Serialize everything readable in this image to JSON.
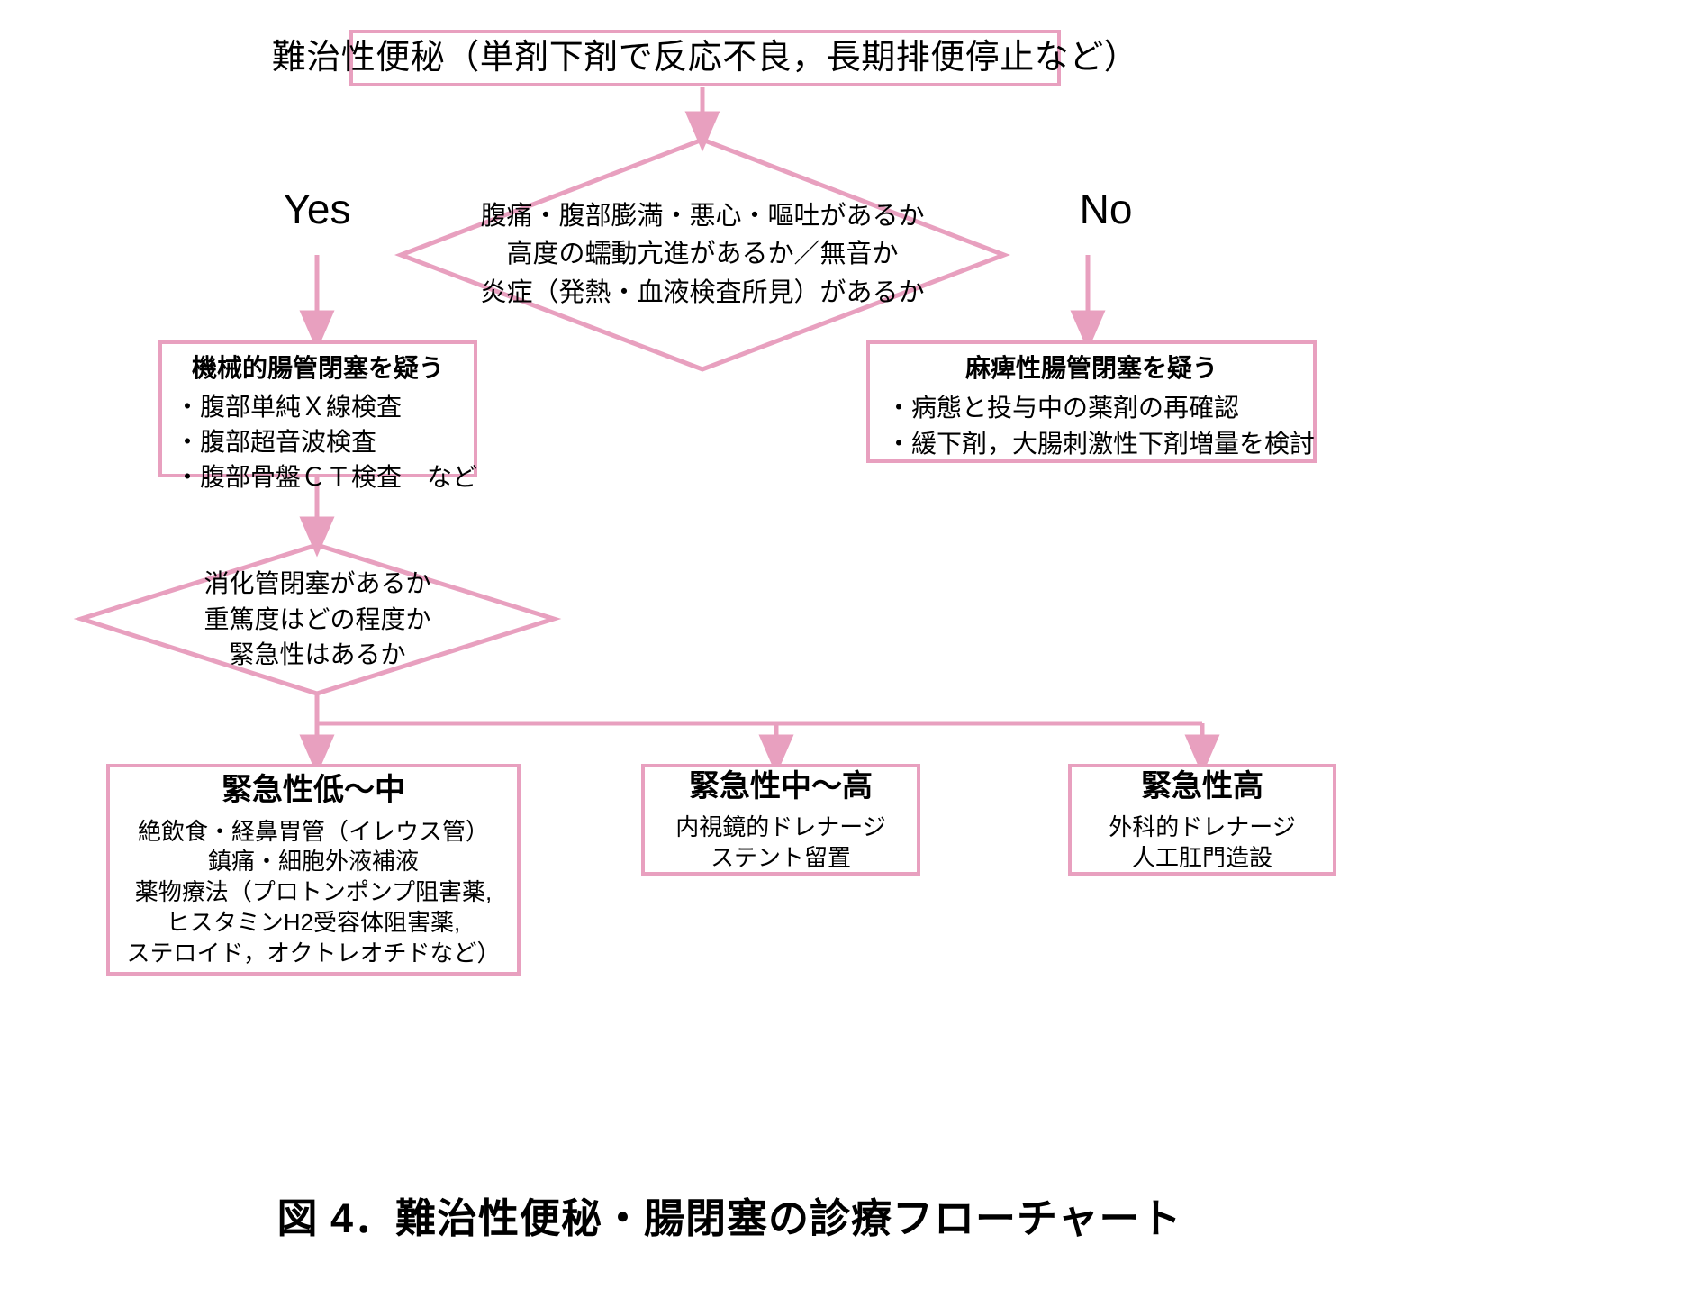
{
  "theme": {
    "line_color": "#e8a0bf",
    "text_color": "#000000",
    "background": "#ffffff"
  },
  "figure": {
    "caption": "図 4．難治性便秘・腸閉塞の診療フローチャート"
  },
  "nodes": {
    "start": {
      "text": "難治性便秘（単剤下剤で反応不良，長期排便停止など）"
    },
    "decision1": {
      "line1": "腹痛・腹部膨満・悪心・嘔吐があるか",
      "line2": "高度の蠕動亢進があるか／無音か",
      "line3": "炎症（発熱・血液検査所見）があるか"
    },
    "branch_labels": {
      "yes": "Yes",
      "no": "No"
    },
    "mechanical": {
      "title": "機械的腸管閉塞を疑う",
      "items": [
        "・腹部単純Ｘ線検査",
        "・腹部超音波検査",
        "・腹部骨盤ＣＴ検査　など"
      ]
    },
    "paralytic": {
      "title": "麻痺性腸管閉塞を疑う",
      "items": [
        "・病態と投与中の薬剤の再確認",
        "・緩下剤，大腸刺激性下剤増量を検討"
      ]
    },
    "decision2": {
      "line1": "消化管閉塞があるか",
      "line2": "重篤度はどの程度か",
      "line3": "緊急性はあるか"
    },
    "outcome_low": {
      "title": "緊急性低〜中",
      "lines": [
        "絶飲食・経鼻胃管（イレウス管）",
        "鎮痛・細胞外液補液",
        "薬物療法（プロトンポンプ阻害薬,",
        "ヒスタミンH2受容体阻害薬,",
        "ステロイド，オクトレオチドなど）"
      ]
    },
    "outcome_mid": {
      "title": "緊急性中〜高",
      "lines": [
        "内視鏡的ドレナージ",
        "ステント留置"
      ]
    },
    "outcome_high": {
      "title": "緊急性高",
      "lines": [
        "外科的ドレナージ",
        "人工肛門造設"
      ]
    }
  }
}
